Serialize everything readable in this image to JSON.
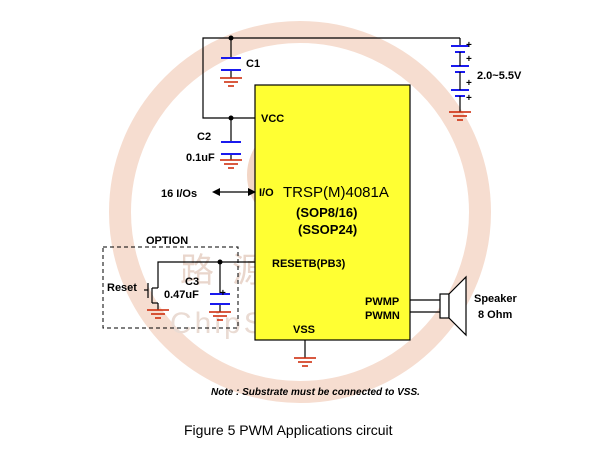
{
  "labels": {
    "c1": "C1",
    "c2": "C2",
    "c2_value": "0.1uF",
    "supply": "2.0~5.5V",
    "vcc": "VCC",
    "ios": "16 I/Os",
    "io_pin": "I/O",
    "chip_name": "TRSP(M)4081A",
    "package1": "(SOP8/16)",
    "package2": "(SSOP24)",
    "option": "OPTION",
    "reset": "Reset",
    "c3": "C3",
    "c3_value": "0.47uF",
    "resetb": "RESETB(PB3)",
    "pwmp": "PWMP",
    "pwmn": "PWMN",
    "vss": "VSS",
    "speaker": "Speaker",
    "speaker_ohm": "8 Ohm",
    "note": "Note : Substrate must be connected to VSS.",
    "caption": "Figure 5  PWM Applications circuit",
    "plus": "+",
    "registered": "®"
  },
  "watermark": {
    "text_cn": "路源科技",
    "text_en": "ChipSourceTek"
  },
  "colors": {
    "chip_fill": "#ffff33",
    "wire": "#000000",
    "ground": "#cc2200",
    "capacitor": "#1a1aee",
    "watermark": "#f1c7b2"
  }
}
